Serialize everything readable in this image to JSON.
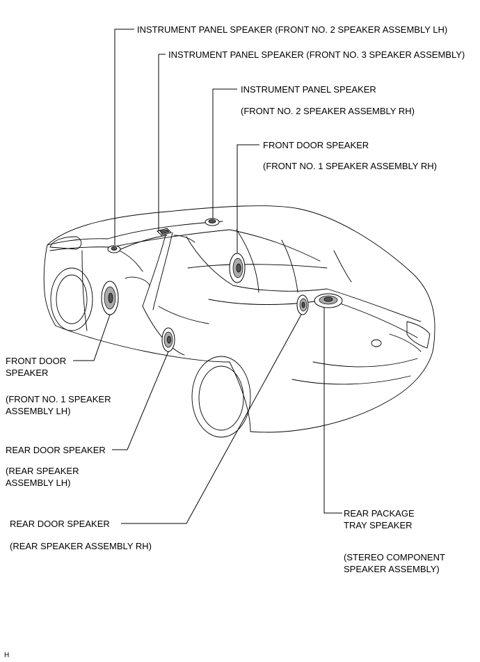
{
  "labels": {
    "ip_lh_line1": "INSTRUMENT PANEL SPEAKER (FRONT NO. 2 SPEAKER ASSEMBLY LH)",
    "ip_center_line1": "INSTRUMENT PANEL SPEAKER (FRONT NO. 3 SPEAKER ASSEMBLY)",
    "ip_rh_line1": "INSTRUMENT PANEL SPEAKER",
    "ip_rh_line2": "(FRONT NO. 2 SPEAKER ASSEMBLY RH)",
    "fd_rh_line1": "FRONT DOOR SPEAKER",
    "fd_rh_line2": "(FRONT NO. 1 SPEAKER ASSEMBLY RH)",
    "fd_lh_line1": "FRONT DOOR\nSPEAKER",
    "fd_lh_line2": "(FRONT NO. 1 SPEAKER\nASSEMBLY LH)",
    "rd_lh_line1": "REAR DOOR SPEAKER",
    "rd_lh_line2": "(REAR SPEAKER\nASSEMBLY LH)",
    "rd_rh_line1": "REAR DOOR SPEAKER",
    "rd_rh_line2": "(REAR SPEAKER ASSEMBLY RH)",
    "rp_line1": "REAR PACKAGE\nTRAY SPEAKER",
    "rp_line2": "(STEREO COMPONENT\nSPEAKER ASSEMBLY)"
  },
  "figure_id": "H"
}
